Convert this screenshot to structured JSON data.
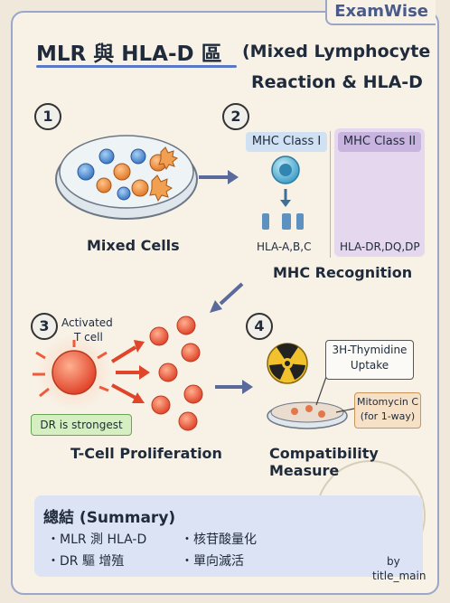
{
  "header": {
    "brand": "ExamWise",
    "title_line1": "MLR 與 HLA-D 區",
    "title_line2": "(Mixed Lymphocyte",
    "title_line3": "Reaction & HLA-D"
  },
  "steps": [
    {
      "number": "1",
      "label": "Mixed Cells"
    },
    {
      "number": "2",
      "label": "MHC Recognition",
      "class_i": "MHC Class I",
      "class_ii": "MHC Class II",
      "class_i_genes": "HLA-A,B,C",
      "class_ii_genes": "HLA-DR,DQ,DP"
    },
    {
      "number": "3",
      "label": "T-Cell Proliferation",
      "activated": "Activated",
      "tcell": "T cell",
      "badge": "DR is strongest"
    },
    {
      "number": "4",
      "label": "Compatibility Measure",
      "box1_line1": "3H-Thymidine",
      "box1_line2": "Uptake",
      "box2_line1": "Mitomycin C",
      "box2_line2": "(for 1-way)"
    }
  ],
  "summary": {
    "title": "總結 (Summary)",
    "items": [
      "MLR 測 HLA-D",
      "核苷酸量化",
      "DR 驅 增殖",
      "單向滅活"
    ]
  },
  "footer": {
    "by": "by",
    "author": "title_main"
  }
}
